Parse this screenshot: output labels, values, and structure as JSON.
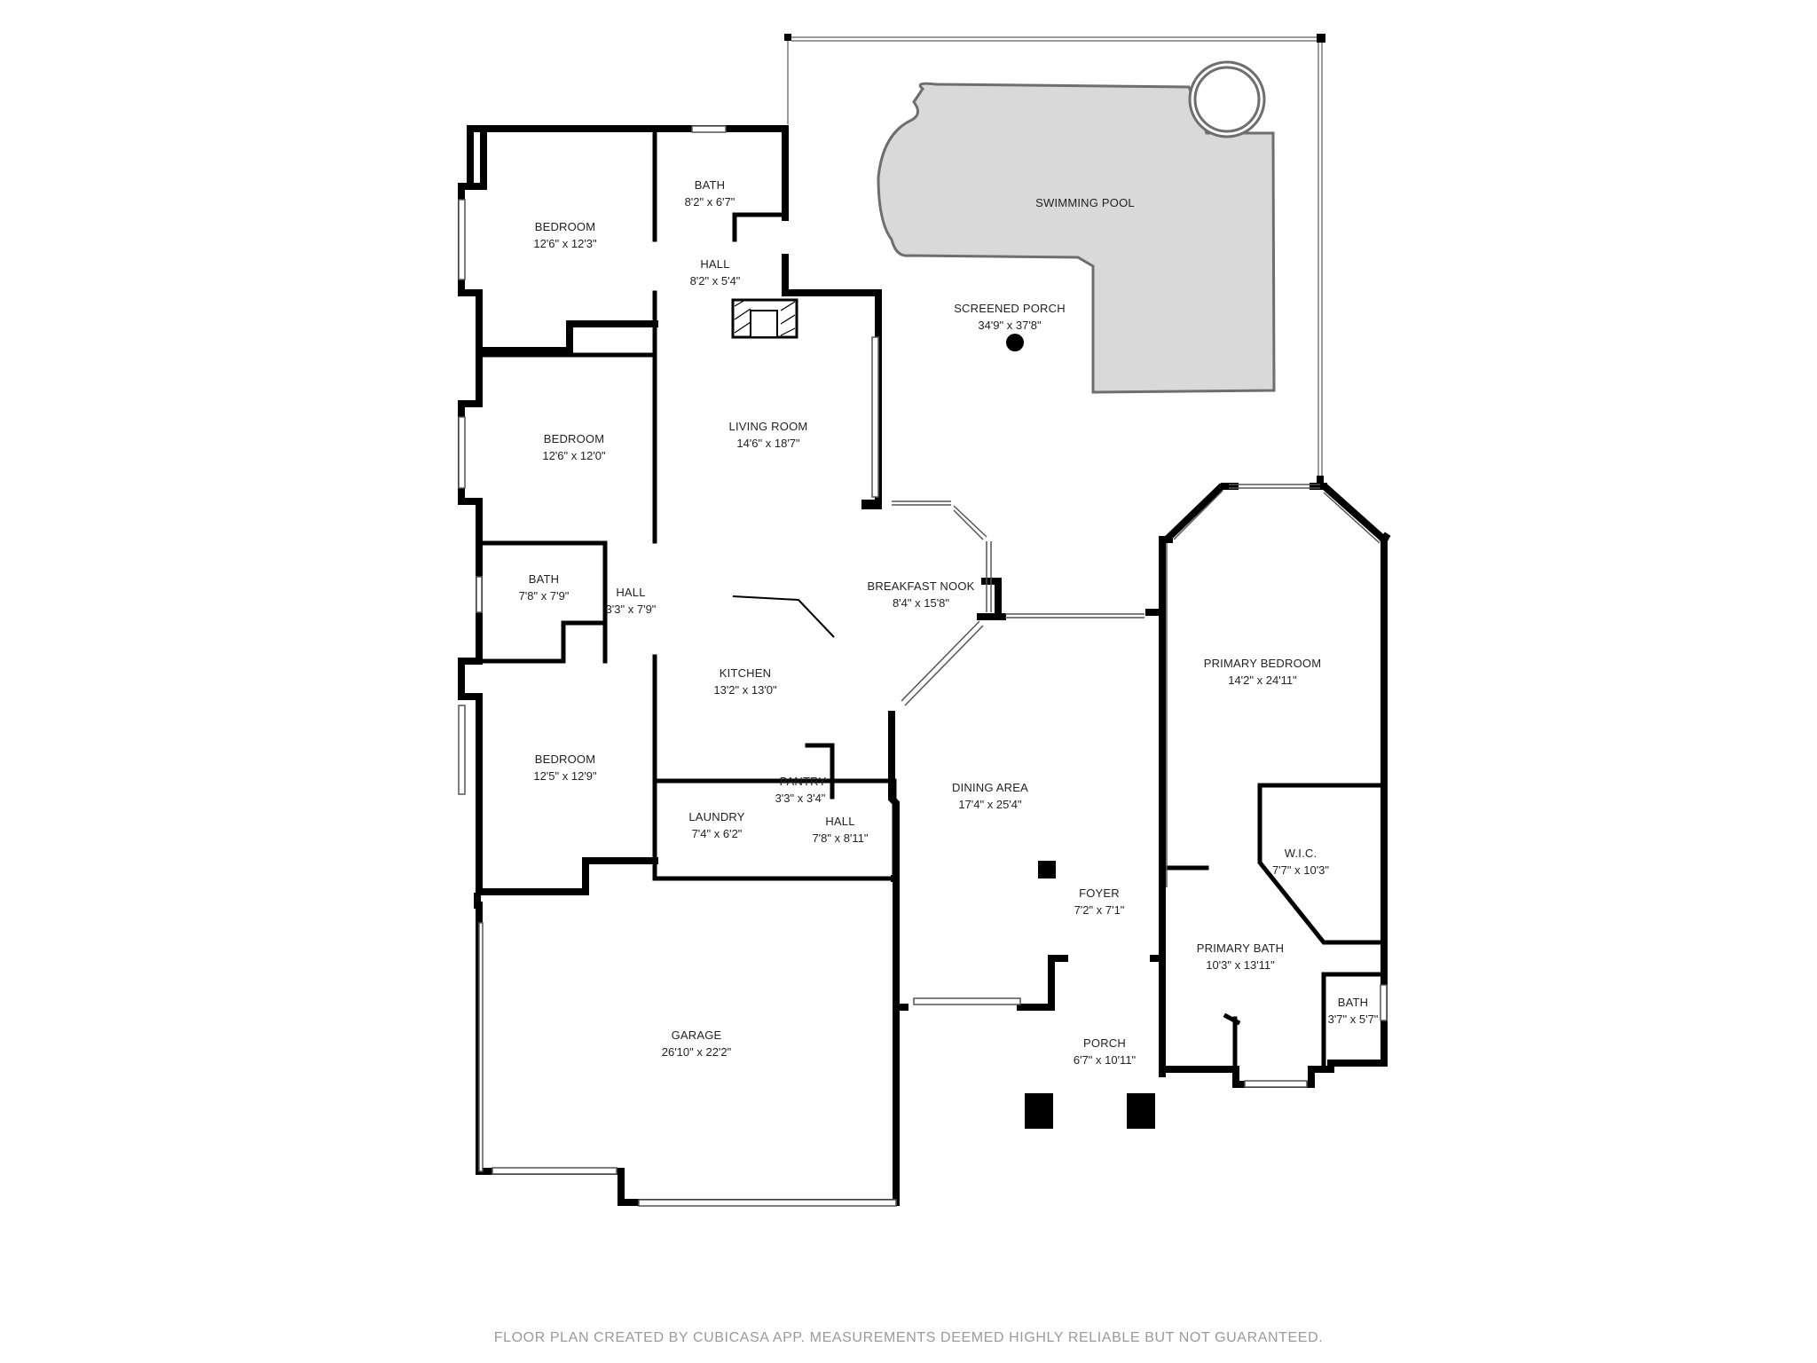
{
  "rooms": {
    "bath_top": {
      "name": "BATH",
      "dim": "8'2\" x 6'7\""
    },
    "bedroom_1": {
      "name": "BEDROOM",
      "dim": "12'6\" x 12'3\""
    },
    "hall_top": {
      "name": "HALL",
      "dim": "8'2\" x 5'4\""
    },
    "bedroom_2": {
      "name": "BEDROOM",
      "dim": "12'6\" x 12'0\""
    },
    "living_room": {
      "name": "LIVING ROOM",
      "dim": "14'6\" x 18'7\""
    },
    "bath_mid": {
      "name": "BATH",
      "dim": "7'8\" x 7'9\""
    },
    "hall_mid": {
      "name": "HALL",
      "dim": "3'3\" x 7'9\""
    },
    "breakfast_nook": {
      "name": "BREAKFAST NOOK",
      "dim": "8'4\" x 15'8\""
    },
    "kitchen": {
      "name": "KITCHEN",
      "dim": "13'2\" x 13'0\""
    },
    "bedroom_3": {
      "name": "BEDROOM",
      "dim": "12'5\" x 12'9\""
    },
    "pantry": {
      "name": "PANTRY",
      "dim": "3'3\" x 3'4\""
    },
    "laundry": {
      "name": "LAUNDRY",
      "dim": "7'4\" x 6'2\""
    },
    "hall_low": {
      "name": "HALL",
      "dim": "7'8\" x 8'11\""
    },
    "garage": {
      "name": "GARAGE",
      "dim": "26'10\" x 22'2\""
    },
    "swimming_pool": {
      "name": "SWIMMING POOL",
      "dim": ""
    },
    "screened_porch": {
      "name": "SCREENED PORCH",
      "dim": "34'9\" x 37'8\""
    },
    "primary_bedroom": {
      "name": "PRIMARY BEDROOM",
      "dim": "14'2\" x 24'11\""
    },
    "dining_area": {
      "name": "DINING AREA",
      "dim": "17'4\" x 25'4\""
    },
    "wic": {
      "name": "W.I.C.",
      "dim": "7'7\" x 10'3\""
    },
    "foyer": {
      "name": "FOYER",
      "dim": "7'2\" x 7'1\""
    },
    "primary_bath": {
      "name": "PRIMARY BATH",
      "dim": "10'3\" x 13'11\""
    },
    "bath_primary_small": {
      "name": "BATH",
      "dim": "3'7\" x 5'7\""
    },
    "porch": {
      "name": "PORCH",
      "dim": "6'7\" x 10'11\""
    }
  },
  "footer": "FLOOR PLAN CREATED BY CUBICASA APP. MEASUREMENTS DEEMED HIGHLY RELIABLE BUT NOT GUARANTEED."
}
